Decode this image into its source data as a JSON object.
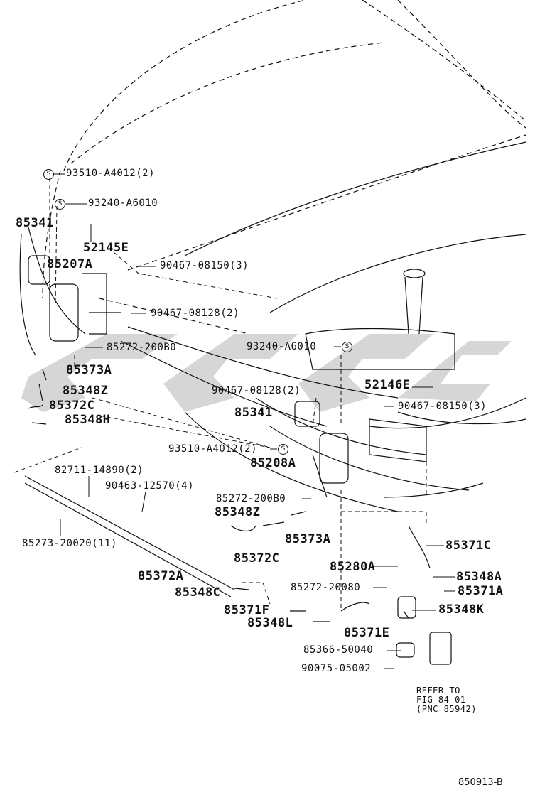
{
  "labels": {
    "p93510_a4012_top": "93510-A4012(2)",
    "p93240_a6010_left": "93240-A6010",
    "p85341_left": "85341",
    "p52145e": "52145E",
    "p85207a": "85207A",
    "p90467_08150_left": "90467-08150(3)",
    "p90467_08128_left": "90467-08128(2)",
    "p85272_200b0_left": "85272-200B0",
    "p85373a_left": "85373A",
    "p85348z_left": "85348Z",
    "p85372c_left": "85372C",
    "p85348h": "85348H",
    "p93240_a6010_right": "93240-A6010",
    "p52146e": "52146E",
    "p90467_08128_right": "90467-08128(2)",
    "p90467_08150_right": "90467-08150(3)",
    "p85341_right": "85341",
    "p93510_a4012_mid": "93510-A4012(2)",
    "p85208a": "85208A",
    "p82711_14890": "82711-14890(2)",
    "p90463_12570": "90463-12570(4)",
    "p85273_20020": "85273-20020(11)",
    "p85272_200b0_right": "85272-200B0",
    "p85348z_right": "85348Z",
    "p85373a_right": "85373A",
    "p85372c_right": "85372C",
    "p85371c": "85371C",
    "p85280a": "85280A",
    "p85348a": "85348A",
    "p85272_20080": "85272-20080",
    "p85371a": "85371A",
    "p85372a": "85372A",
    "p85348c": "85348C",
    "p85371f": "85371F",
    "p85348k": "85348K",
    "p85348l": "85348L",
    "p85371e": "85371E",
    "p85366_50040": "85366-50040",
    "p90075_05002": "90075-05002",
    "refer_note": "REFER TO\nFIG 84-01\n(PNC 85942)",
    "figure_number": "850913-B"
  },
  "symbols": {
    "s_mark": "S"
  },
  "colors": {
    "line": "#111111",
    "watermark": "#d6d6d6"
  }
}
